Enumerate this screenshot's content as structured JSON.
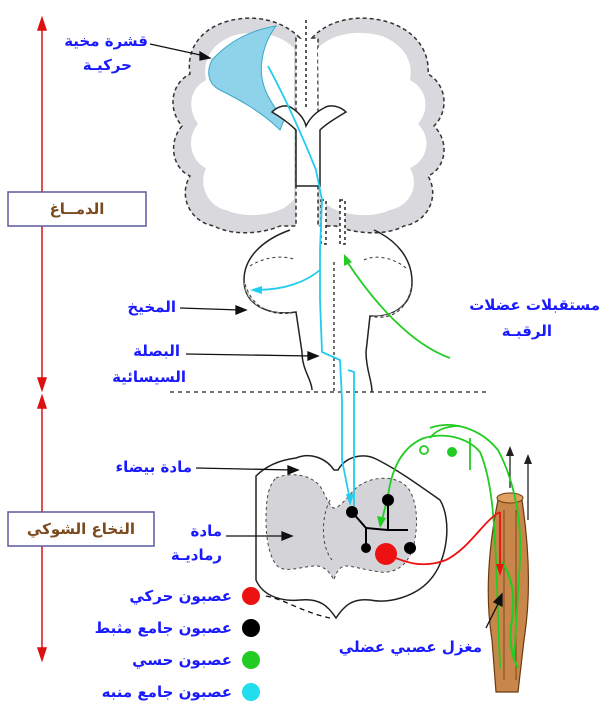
{
  "labels": {
    "motor_cortex_line1": "قشرة مخية",
    "motor_cortex_line2": "حركيـة",
    "brain_box": "الدمــاغ",
    "cerebellum": "المخيخ",
    "neck_receptors_line1": "مستقبلات عضلات",
    "neck_receptors_line2": "الرقبـة",
    "medulla_line1": "البصلة",
    "medulla_line2": "السيسائية",
    "white_matter": "مادة بيضاء",
    "spinal_box": "النخاع الشوكي",
    "gray_matter_line1": "مادة",
    "gray_matter_line2": "رماديـة",
    "muscle_spindle": "مغزل عصبي عضلي"
  },
  "legend": [
    {
      "label": "عصبون حركي",
      "color": "#ee1111"
    },
    {
      "label": "عصبون جامع مثبط",
      "color": "#000000"
    },
    {
      "label": "عصبون حسي",
      "color": "#22cc22"
    },
    {
      "label": "عصبون جامع منبه",
      "color": "#22ddee"
    }
  ],
  "colors": {
    "red_axis": "#dd1111",
    "box_border": "#5a5aa0",
    "cortex_fill": "#8fd3ea",
    "gray_matter": "#d4d4d8",
    "muscle": "#c8864a"
  }
}
